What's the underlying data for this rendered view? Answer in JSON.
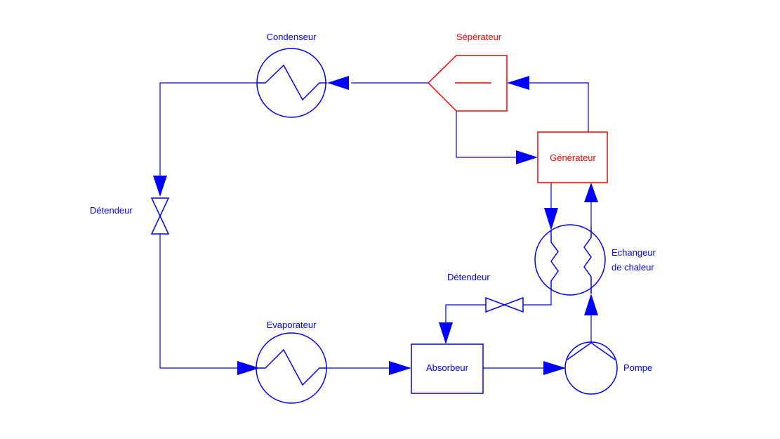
{
  "colors": {
    "flow": "#0000ff",
    "highlight": "#ff0000",
    "background": "#ffffff"
  },
  "labels": {
    "condenseur": "Condenseur",
    "separateur": "Sépérateur",
    "generateur": "Générateur",
    "detendeur_left": "Détendeur",
    "detendeur_bottom": "Détendeur",
    "echangeur_line1": "Echangeur",
    "echangeur_line2": "de chaleur",
    "evaporateur": "Evaporateur",
    "absorbeur": "Absorbeur",
    "pompe": "Pompe"
  }
}
